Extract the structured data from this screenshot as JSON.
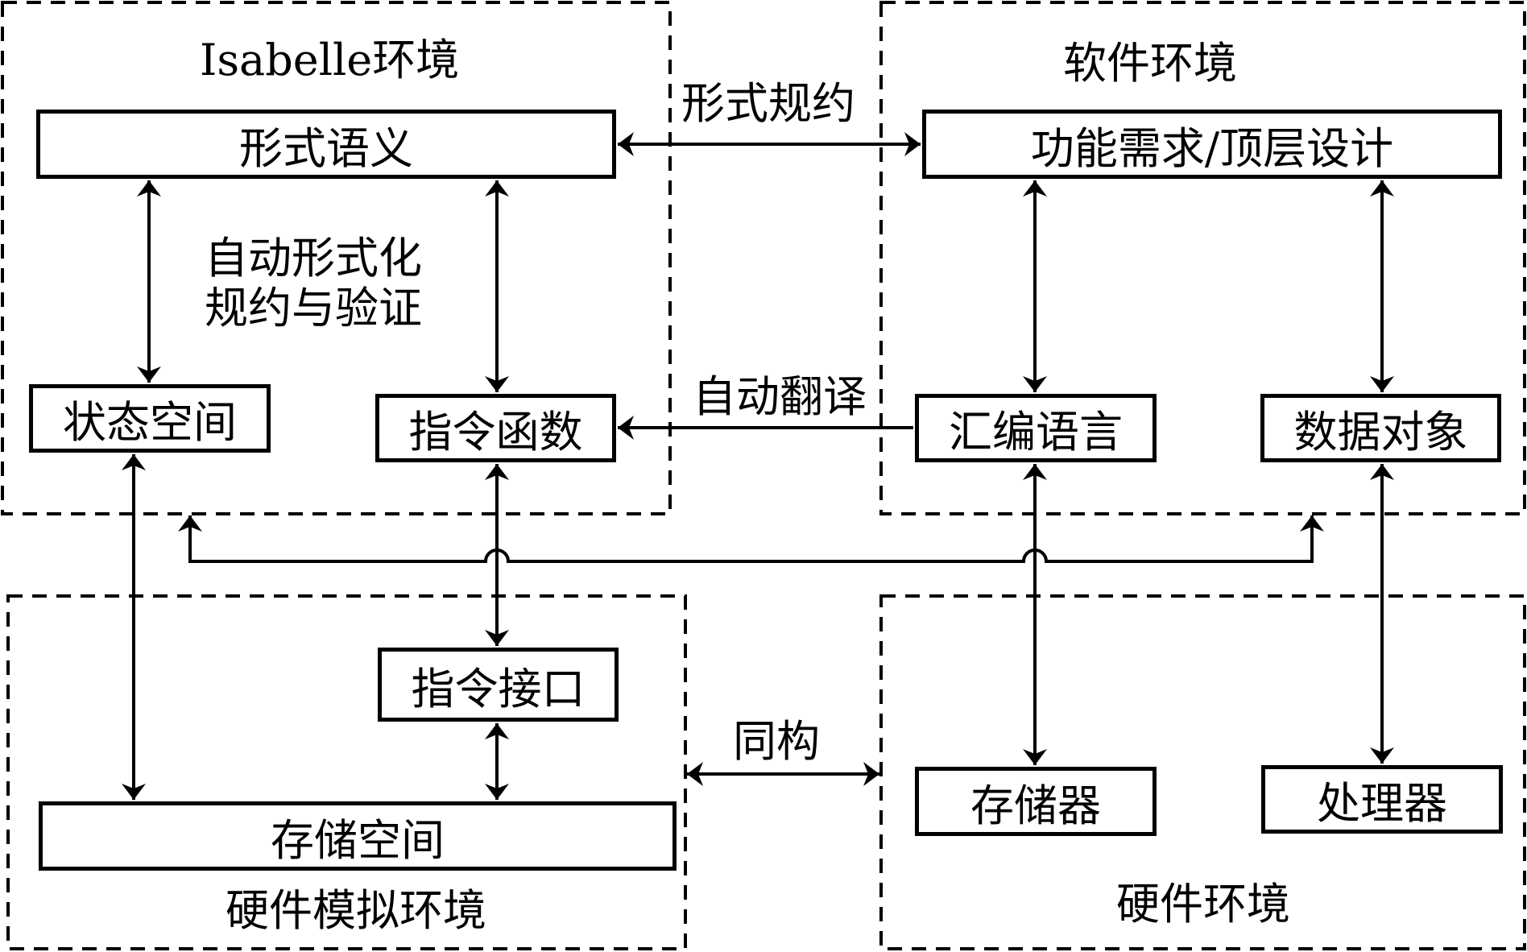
{
  "regions": {
    "isabelle": "Isabelle环境",
    "software": "软件环境",
    "hw_sim": "硬件模拟环境",
    "hardware": "硬件环境"
  },
  "boxes": {
    "formal_semantics": "形式语义",
    "requirements": "功能需求/顶层设计",
    "state_space": "状态空间",
    "instr_func": "指令函数",
    "assembly": "汇编语言",
    "data_object": "数据对象",
    "instr_interface": "指令接口",
    "storage_space": "存储空间",
    "memory": "存储器",
    "processor": "处理器"
  },
  "edge_labels": {
    "formal_spec": "形式规约",
    "auto_formal_line1": "自动形式化",
    "auto_formal_line2": "规约与验证",
    "auto_translate": "自动翻译",
    "isomorphism": "同构"
  }
}
